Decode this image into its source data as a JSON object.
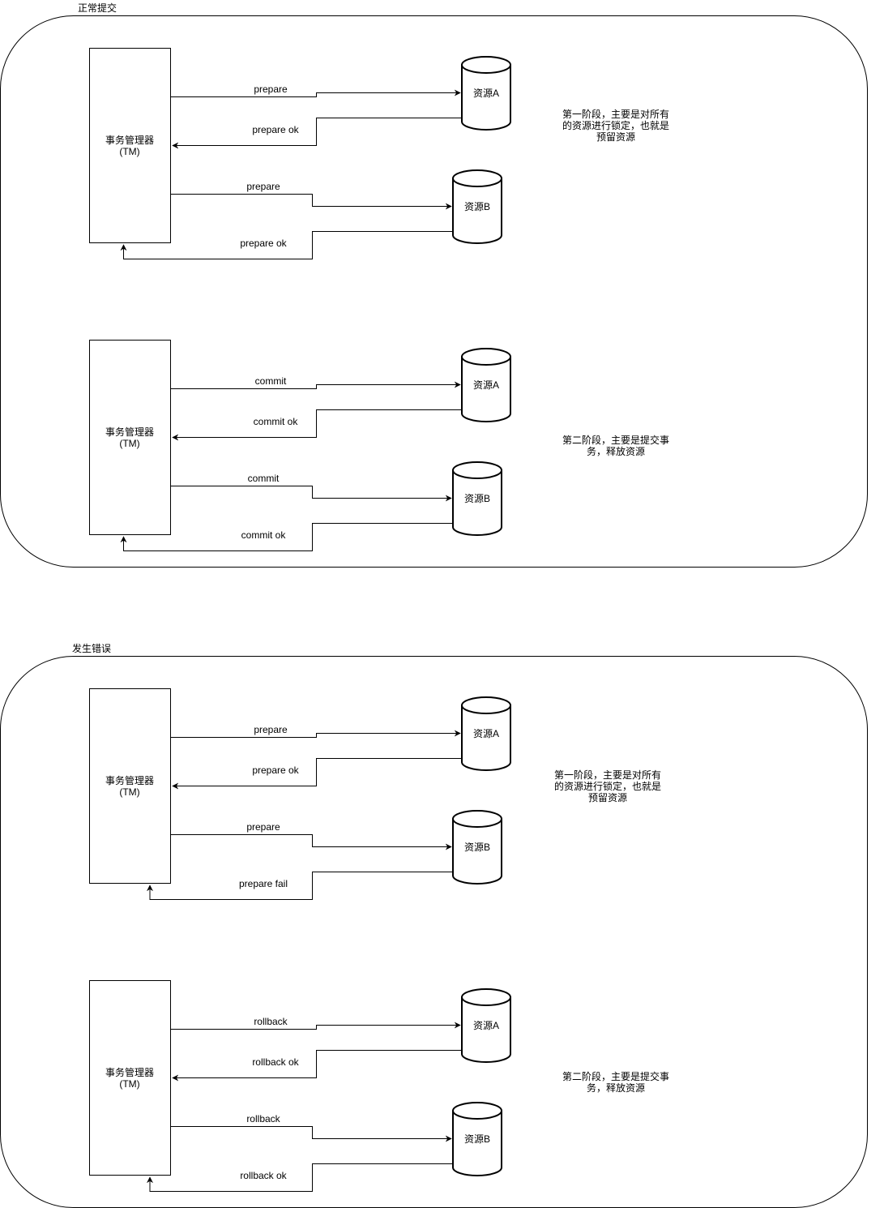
{
  "sections": [
    {
      "title": "正常提交",
      "phases": [
        {
          "tm": {
            "line1": "事务管理器",
            "line2": "(TM)"
          },
          "resource_a": "资源A",
          "resource_b": "资源B",
          "arrows": {
            "to_a": "prepare",
            "from_a": "prepare ok",
            "to_b": "prepare",
            "from_b": "prepare ok"
          },
          "note": [
            "第一阶段，主要是对所有",
            "的资源进行锁定，也就是",
            "预留资源"
          ]
        },
        {
          "tm": {
            "line1": "事务管理器",
            "line2": "(TM)"
          },
          "resource_a": "资源A",
          "resource_b": "资源B",
          "arrows": {
            "to_a": "commit",
            "from_a": "commit ok",
            "to_b": "commit",
            "from_b": "commit ok"
          },
          "note": [
            "第二阶段，主要是提交事",
            "务，释放资源"
          ]
        }
      ]
    },
    {
      "title": "发生错误",
      "phases": [
        {
          "tm": {
            "line1": "事务管理器",
            "line2": "(TM)"
          },
          "resource_a": "资源A",
          "resource_b": "资源B",
          "arrows": {
            "to_a": "prepare",
            "from_a": "prepare ok",
            "to_b": "prepare",
            "from_b": "prepare fail"
          },
          "note": [
            "第一阶段，主要是对所有",
            "的资源进行锁定，也就是",
            "预留资源"
          ]
        },
        {
          "tm": {
            "line1": "事务管理器",
            "line2": "(TM)"
          },
          "resource_a": "资源A",
          "resource_b": "资源B",
          "arrows": {
            "to_a": "rollback",
            "from_a": "rollback ok",
            "to_b": "rollback",
            "from_b": "rollback ok"
          },
          "note": [
            "第二阶段，主要是提交事",
            "务，释放资源"
          ]
        }
      ]
    }
  ]
}
